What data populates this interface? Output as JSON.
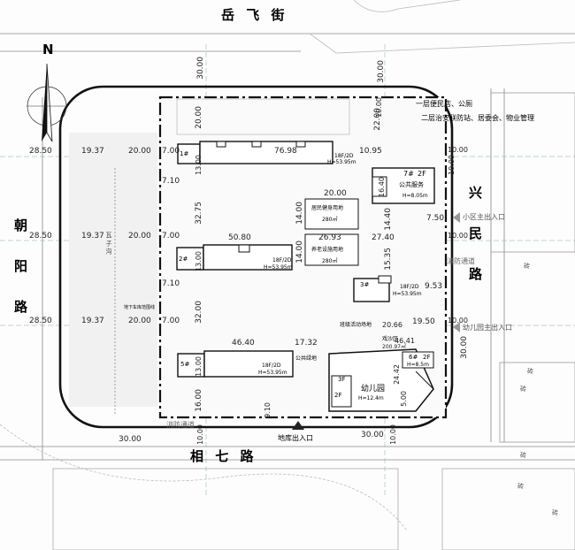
{
  "roads": {
    "north": "岳 飞 街",
    "south": "相 七 路",
    "west": [
      "朝",
      "阳",
      "路"
    ],
    "east": [
      "兴",
      "民",
      "路"
    ]
  },
  "north_label": "N",
  "labels": {
    "shop": "一层便民店、公厕",
    "service": "二层治安联防站、居委会、物业管理",
    "community_entrance": "小区主出入口",
    "kindergarten_entrance": "幼儿园主出入口",
    "garage_entrance": "地库出入口",
    "fire_lane_east": "消防通道",
    "fire_lane_south": "消防通道",
    "fitness": "居民健身用地",
    "fitness_area": "280㎡",
    "elderly": "养老设施用地",
    "elderly_area": "280㎡",
    "activity": "班级活动场地",
    "public_green": "公共绿地",
    "kindergarten": "幼儿园",
    "play_area": "戏沙区",
    "ditch": "瓦 子 沟",
    "underground": "地下车库范围线",
    "hatch": "砖"
  },
  "buildings": {
    "b1": {
      "id": "1#",
      "info": "18F/2D",
      "height": "H=53.95m"
    },
    "b2": {
      "id": "2#",
      "info": "18F/2D",
      "height": "H=53.95m"
    },
    "b3": {
      "id": "3#",
      "info": "18F/2D",
      "height": "H=53.95m"
    },
    "b5": {
      "id": "5#",
      "info": "18F/2D",
      "height": "H=53.95m"
    },
    "b6": {
      "id": "6#",
      "info": "2F",
      "height": "H=8.5m"
    },
    "b7": {
      "id": "7#",
      "info": "2F",
      "sub": "公共服务",
      "height": "H=8.05m"
    },
    "k3f": "3F",
    "k2f": "2F",
    "kheight": "H=12.4m"
  },
  "dims": {
    "d30_top": "30.00",
    "d28_1": "28.50",
    "d28_2": "28.50",
    "d28_3": "28.50",
    "d19_1": "19.37",
    "d19_2": "19.37",
    "d19_3": "19.37",
    "d20_1": "20.00",
    "d20_2": "20.00",
    "d20_3": "20.00",
    "d7_1": "7.00",
    "d7_2": "7.00",
    "d7_3": "7.00",
    "d7_10a": "7.10",
    "d7_10b": "7.10",
    "d76": "76.98",
    "d10_95": "10.95",
    "d22": "22.00",
    "d20_top": "20.00",
    "d13_a": "13.00",
    "d13_b": "13.00",
    "d13_c": "13.00",
    "d32_75": "32.75",
    "d32": "32.00",
    "d16": "16.00",
    "d20_mid": "20.00",
    "d14_a": "14.00",
    "d14_b": "14.00",
    "d26_93": "26.93",
    "d50_80": "50.80",
    "d27_40": "27.40",
    "d15_35": "15.35",
    "d14_40": "14.40",
    "d16_40": "16.40",
    "d7_50": "7.50",
    "d9_53": "9.53",
    "d46_40": "46.40",
    "d17_32": "17.32",
    "d20_66": "20.66",
    "d46_41": "46.41",
    "d19_50": "19.50",
    "d200": "200.97㎡",
    "d24": "24.42",
    "d5": "5.00",
    "d10_a": "10.00",
    "d10_b": "10.00",
    "d10_c": "10.00",
    "d10_d": "10.00",
    "d10_e": "10.00",
    "d10_f": "10.00",
    "d10_g": "10.00",
    "d30_b1": "30.00",
    "d30_b2": "30.00",
    "d30_l": "30.00",
    "d30_r": "30.00",
    "d9_10": "9.10"
  }
}
